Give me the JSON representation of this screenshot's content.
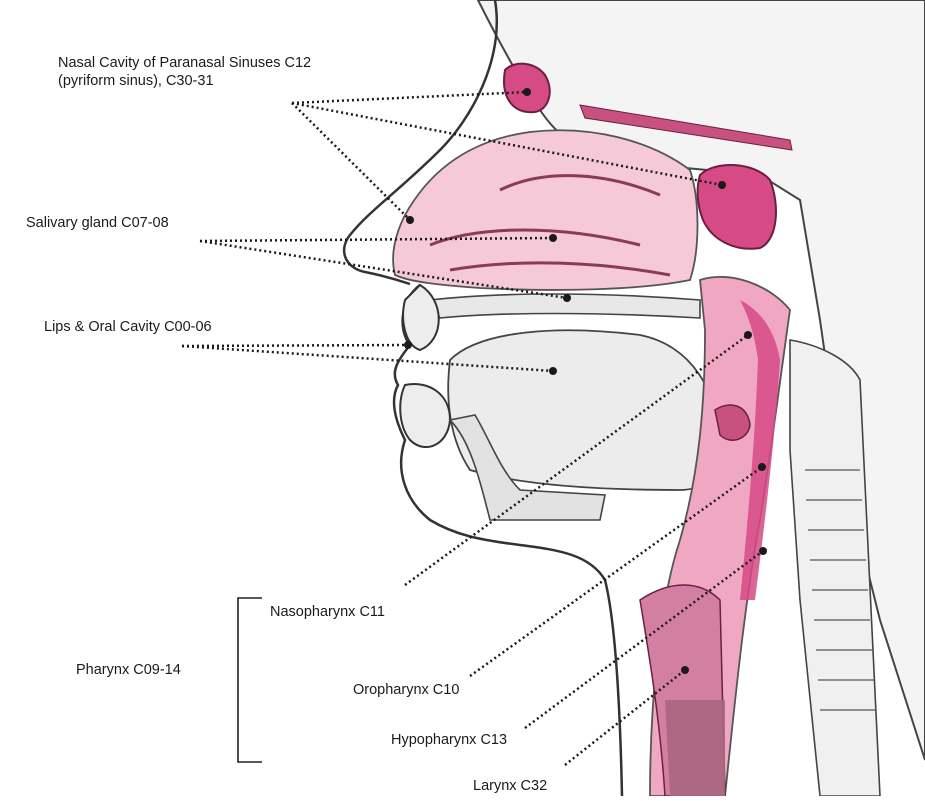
{
  "labels": {
    "nasal_line1": "Nasal Cavity of Paranasal Sinuses C12",
    "nasal_line2": "(pyriform sinus), C30-31",
    "salivary": "Salivary gland C07-08",
    "lips": "Lips & Oral Cavity C00-06",
    "nasopharynx": "Nasopharynx C11",
    "pharynx": "Pharynx C09-14",
    "oropharynx": "Oropharynx C10",
    "hypopharynx": "Hypopharynx C13",
    "larynx": "Larynx C32"
  },
  "colors": {
    "tissue_pink": "#f6c9d8",
    "cavity_pink": "#e77aa3",
    "deep_magenta": "#d64a86",
    "dark_mauve": "#a8667f",
    "bone": "#f1f1f1",
    "outline": "#3a3a3a"
  }
}
